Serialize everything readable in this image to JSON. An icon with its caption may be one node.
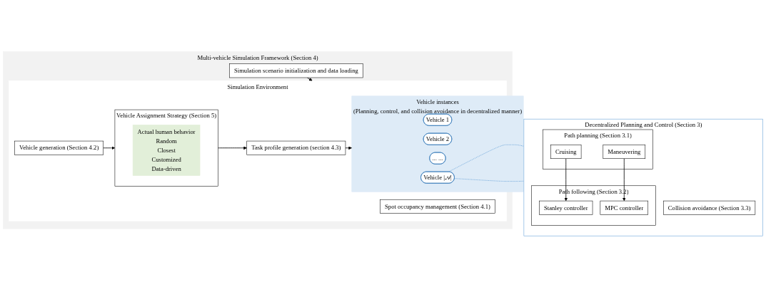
{
  "diagram": {
    "nodes": [
      {
        "text": [
          "Multi-vehicle Simulation Framework (Section 4)"
        ]
      },
      {
        "text": [
          "Simulation scenario initialization and data loading"
        ],
        "in": 0
      },
      {
        "text": [
          "Simulation Environment"
        ],
        "in": 0
      },
      {
        "text": [
          "Spot occupancy management (Section 4.1)"
        ],
        "in": 2
      },
      {
        "text": [
          "Vehicle generation (Section 4.2)"
        ],
        "in": 2
      },
      {
        "text": [
          "Vehicle Assignment Strategy (Section 5)"
        ],
        "in": 2
      },
      {
        "text": [
          "Actual human behavior",
          "Random",
          "Closest",
          "Customized",
          "Data-driven"
        ],
        "in": 5
      },
      {
        "text": [
          "Task profile generation (section 4.3)"
        ],
        "in": 2
      },
      {
        "text": [
          "Vehicle instances",
          "(Planning, control, and collision avoidance in decentralized manner)"
        ],
        "in": 2
      },
      {
        "text": [
          "Vehicle 1"
        ],
        "in": 8
      },
      {
        "text": [
          "Vehicle 2"
        ],
        "in": 8
      },
      {
        "text": [
          "... ..."
        ],
        "in": 8
      },
      {
        "text": [
          "Vehicle |𝒜|"
        ],
        "in": 8
      },
      {
        "text": [
          "Decentralized Planning and Control (Section 3)"
        ]
      },
      {
        "text": [
          "Path planning (Section 3.1)"
        ],
        "in": 13
      },
      {
        "text": [
          "Cruising"
        ],
        "in": 14
      },
      {
        "text": [
          "Maneuvering"
        ],
        "in": 14
      },
      {
        "text": [
          "Path following (Section 3.2)"
        ],
        "in": 13
      },
      {
        "text": [
          "Stanley controller"
        ],
        "in": 17
      },
      {
        "text": [
          "MPC controller"
        ],
        "in": 17
      },
      {
        "text": [
          "Collision avoidance (Section 3.3)"
        ],
        "in": 13
      }
    ],
    "edges": [
      {
        "from": 1,
        "to": 2,
        "arrow": "to"
      },
      {
        "from": 4,
        "to": 5,
        "arrow": "to"
      },
      {
        "from": 5,
        "to": 7,
        "arrow": "to"
      },
      {
        "from": 7,
        "to": 8,
        "arrow": "to"
      },
      {
        "from": 15,
        "to": 18,
        "arrow": "to"
      },
      {
        "from": 16,
        "to": 19,
        "arrow": "to"
      },
      {
        "from": 12,
        "to": 13,
        "arrow": "none",
        "style": "dashed",
        "color": "#5b9bd5"
      },
      {
        "from": 12,
        "to": 13,
        "arrow": "none",
        "style": "dashed",
        "color": "#5b9bd5"
      }
    ]
  }
}
